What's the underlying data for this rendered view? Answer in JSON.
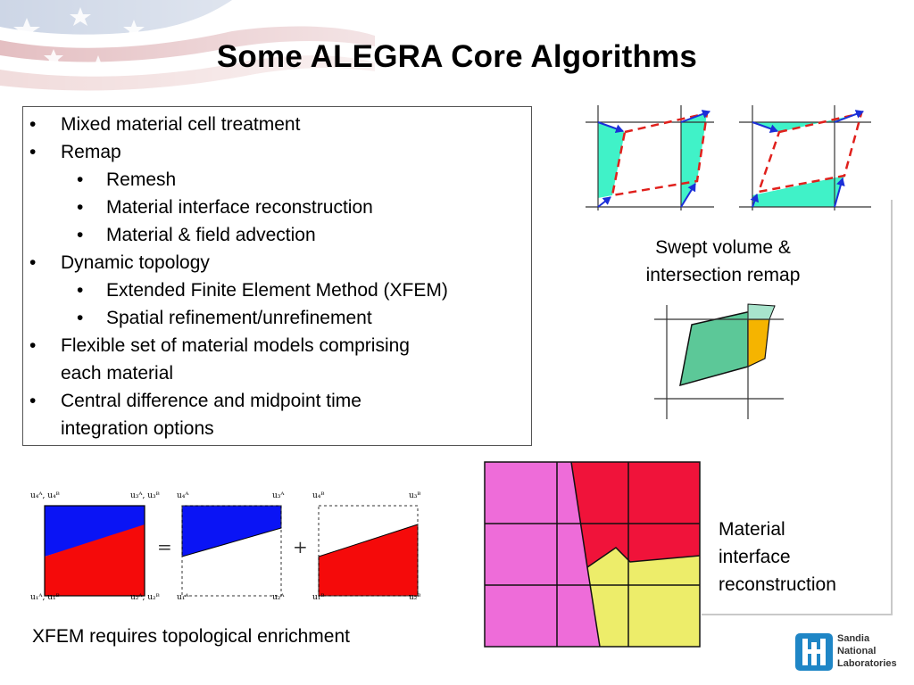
{
  "slide": {
    "title": "Some ALEGRA Core Algorithms",
    "bullets": [
      {
        "level": 1,
        "text": "Mixed material cell treatment"
      },
      {
        "level": 1,
        "text": "Remap"
      },
      {
        "level": 2,
        "text": "Remesh"
      },
      {
        "level": 2,
        "text": "Material interface reconstruction"
      },
      {
        "level": 2,
        "text": "Material & field advection"
      },
      {
        "level": 1,
        "text": "Dynamic topology"
      },
      {
        "level": 2,
        "text": "Extended Finite Element Method (XFEM)"
      },
      {
        "level": 2,
        "text": "Spatial refinement/unrefinement"
      },
      {
        "level": 1,
        "text": "Flexible set of material models comprising"
      },
      {
        "level": 1,
        "text": "each material",
        "continuation": true
      },
      {
        "level": 1,
        "text": "Central difference and midpoint time"
      },
      {
        "level": 1,
        "text": "integration options",
        "continuation": true
      }
    ],
    "bullet_glyph": "•",
    "swept_caption_line1": "Swept volume &",
    "swept_caption_line2": "intersection remap",
    "xfem_caption": "XFEM requires topological enrichment",
    "mir_caption_line1": "Material",
    "mir_caption_line2": "interface",
    "mir_caption_line3": "reconstruction",
    "xfem_equals": "=",
    "xfem_plus": "+",
    "logo": {
      "line1": "Sandia",
      "line2": "National",
      "line3": "Laboratories"
    },
    "colors": {
      "cyan_fill": "#40f2c8",
      "dashed_red": "#e0201c",
      "arrow_blue": "#1c2fd8",
      "green_fill": "#5cc898",
      "orange_fill": "#f5b400",
      "xfem_blue": "#0a14f5",
      "xfem_red": "#f50a0a",
      "mir_magenta": "#ee6cd9",
      "mir_red": "#f0133a",
      "mir_yellow": "#eded6a",
      "logo_blue": "#1f86c6"
    }
  }
}
